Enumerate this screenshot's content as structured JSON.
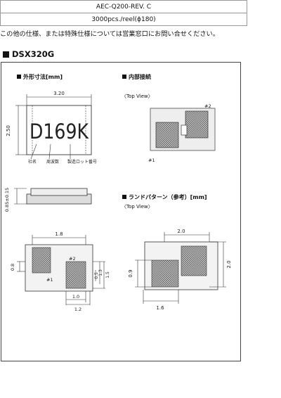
{
  "spec_rows": [
    "AEC-Q200-REV. C",
    "3000pcs./reel(ϕ180)"
  ],
  "note": "この他の仕様、または特殊仕様については営業窓口にお問い合せください。",
  "section_title": "DSX320G",
  "outline": {
    "title": "外形寸法[mm]",
    "width": "3.20",
    "height": "2.50",
    "marking": "D169K",
    "legend": [
      "社名",
      "周波数",
      "製造ロット番号"
    ],
    "thickness": "0.85±0.15"
  },
  "internal": {
    "title": "内部接続",
    "view": "〈Top View〉",
    "pin1": "#1",
    "pin2": "#2"
  },
  "land": {
    "title": "ランドパターン（参考）[mm]",
    "view": "〈Top View〉",
    "dims": {
      "w20": "2.0",
      "h20": "2.0",
      "h09": "0.9",
      "w16": "1.6"
    }
  },
  "bottom": {
    "w18": "1.8",
    "h08": "0.8",
    "pin1": "#1",
    "pin2": "#2",
    "h05": "0.5",
    "h13": "1.3",
    "h15": "1.5",
    "w10": "1.0",
    "w12": "1.2"
  }
}
